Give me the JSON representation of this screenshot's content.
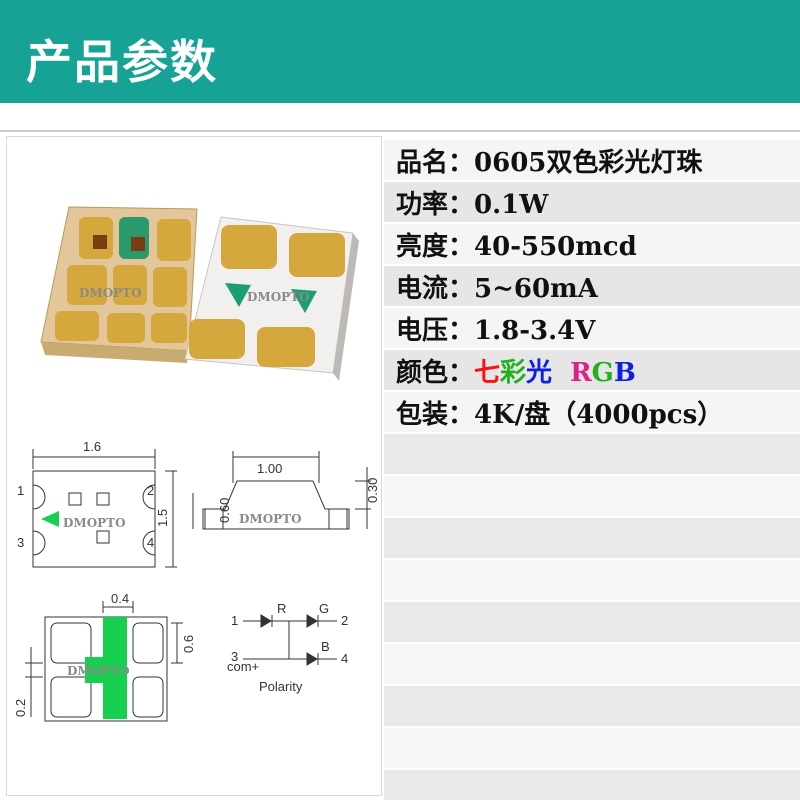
{
  "header": {
    "title": "产品参数"
  },
  "specs": [
    {
      "label": "品名：",
      "value": "0605双色彩光灯珠"
    },
    {
      "label": "功率：",
      "value": "0.1W"
    },
    {
      "label": "亮度：",
      "value": "40-550mcd"
    },
    {
      "label": "电流：",
      "value": "5~60mA"
    },
    {
      "label": "电压：",
      "value": "1.8-3.4V"
    },
    {
      "label": "颜色：",
      "value_parts": [
        "七",
        "彩",
        "光",
        "R",
        "G",
        "B"
      ]
    },
    {
      "label": "包装：",
      "value": "4K/盘（4000pcs）"
    }
  ],
  "colors": {
    "header": "#16a294",
    "red": "#ff1010",
    "green": "#20b020",
    "blue": "#1020e0",
    "pad_gold": "#d4a83c",
    "marker_green": "#18d050"
  },
  "diagram": {
    "watermark": "DMOPTO",
    "top_width": "1.6",
    "side_height": "1.5",
    "side_width": "1.00",
    "side_thickness": "0.30",
    "side_body": "0.60",
    "pad_width": "0.4",
    "pad_height": "0.6",
    "pad_gap": "0.2",
    "pins": [
      "1",
      "2",
      "3",
      "4"
    ],
    "led_labels": [
      "R",
      "G",
      "B"
    ],
    "com_label": "com+",
    "polarity_label": "Polarity"
  }
}
